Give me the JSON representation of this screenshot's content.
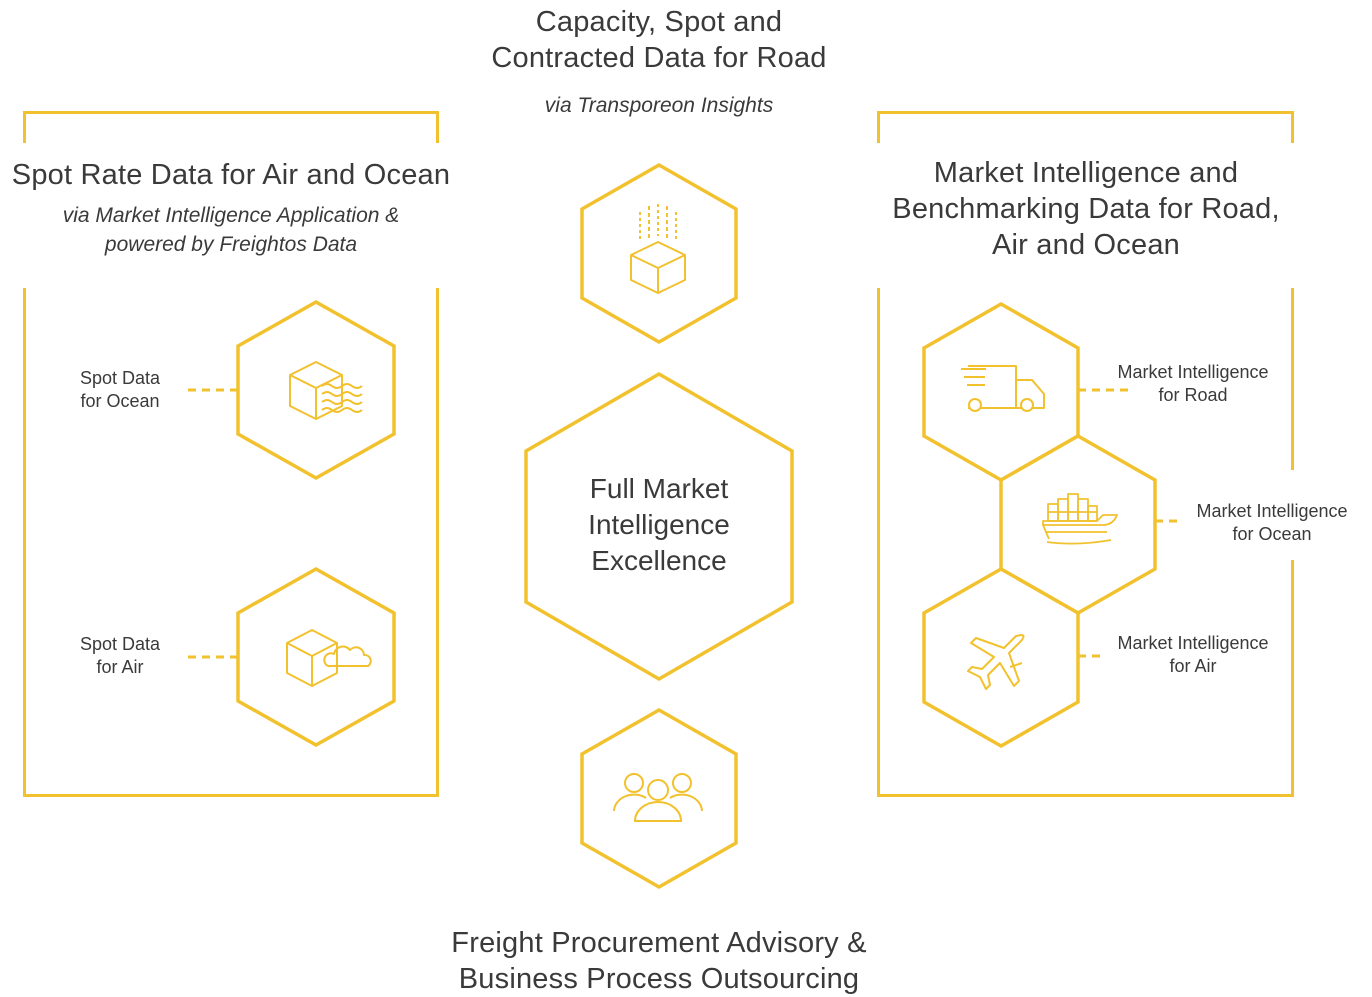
{
  "colors": {
    "accent": "#F2C12E",
    "text": "#3a3a3a"
  },
  "top": {
    "title_line1": "Capacity, Spot and",
    "title_line2": "Contracted Data for Road",
    "subtitle": "via Transporeon Insights"
  },
  "left": {
    "title": "Spot Rate Data for Air and Ocean",
    "sub_line1": "via Market Intelligence Application &",
    "sub_line2": "powered by Freightos Data",
    "items": [
      {
        "line1": "Spot Data",
        "line2": "for Ocean",
        "icon": "ocean-cargo-icon"
      },
      {
        "line1": "Spot Data",
        "line2": "for Air",
        "icon": "air-cargo-icon"
      }
    ]
  },
  "center": {
    "line1": "Full Market",
    "line2": "Intelligence",
    "line3": "Excellence"
  },
  "right": {
    "title_line1": "Market Intelligence and",
    "title_line2": "Benchmarking Data for Road,",
    "title_line3": "Air and Ocean",
    "items": [
      {
        "line1": "Market Intelligence",
        "line2": "for Road",
        "icon": "truck-icon"
      },
      {
        "line1": "Market Intelligence",
        "line2": "for Ocean",
        "icon": "ship-icon"
      },
      {
        "line1": "Market Intelligence",
        "line2": "for Air",
        "icon": "airplane-icon"
      }
    ]
  },
  "bottom": {
    "line1": "Freight Procurement Advisory &",
    "line2": "Business Process Outsourcing"
  }
}
